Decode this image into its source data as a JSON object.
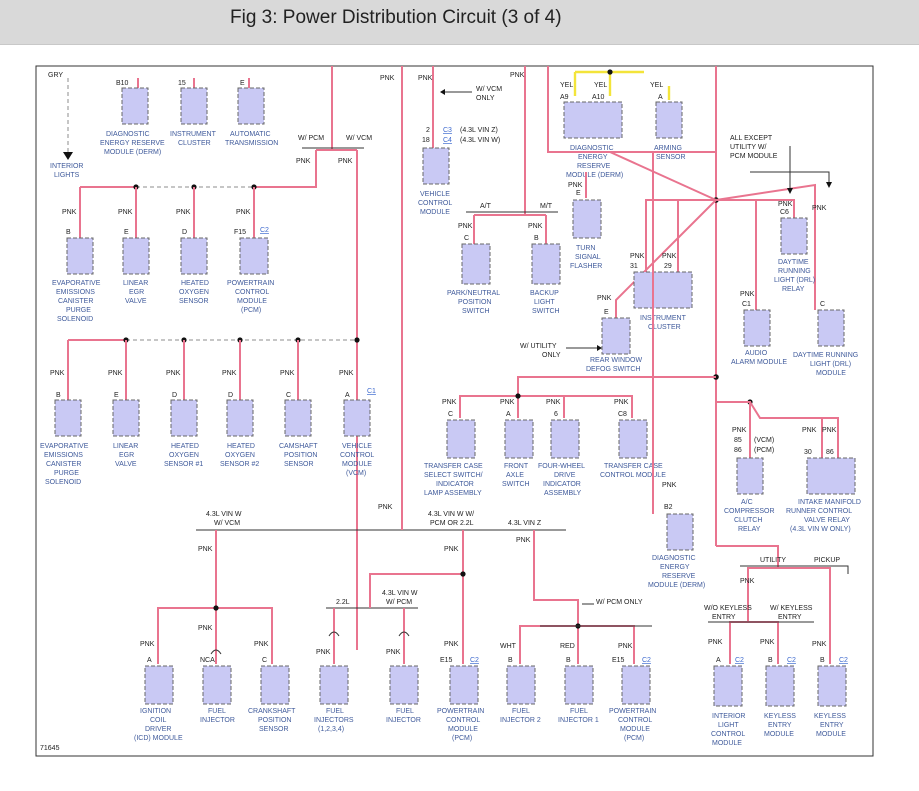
{
  "title": "Fig 3: Power Distribution Circuit (3 of 4)",
  "figure_number": "71645",
  "colors": {
    "pink": "#e9748f",
    "yellow": "#f3e43a",
    "component_fill": "#c9c9f4",
    "label_blue": "#3f5a9b"
  },
  "wires": {
    "pnk": "PNK",
    "gry": "GRY",
    "yel": "YEL",
    "wht": "WHT",
    "red": "RED"
  },
  "branch_labels": {
    "w_pcm": "W/ PCM",
    "w_vcm": "W/ VCM",
    "w_vcm_only": [
      "W/ VCM",
      "ONLY"
    ],
    "at": "A/T",
    "mt": "M/T",
    "w_utility_only": [
      "W/ UTILITY",
      "ONLY"
    ],
    "all_except": [
      "ALL EXCEPT",
      "UTILITY W/",
      "PCM MODULE"
    ],
    "v43w_vcm": [
      "4.3L VIN W",
      "W/ VCM"
    ],
    "v43w_w_pcm": [
      "4.3L VIN W W/",
      "PCM OR 2.2L"
    ],
    "v43z": "4.3L VIN Z",
    "l22": "2.2L",
    "v43w_pcm2": [
      "4.3L VIN W",
      "W/ PCM"
    ],
    "w_pcm_only": "W/ PCM ONLY",
    "utility": "UTILITY",
    "pickup": "PICKUP",
    "wo_keyless": [
      "W/O KEYLESS",
      "ENTRY"
    ],
    "w_keyless": [
      "W/ KEYLESS",
      "ENTRY"
    ],
    "vin_z": "(4.3L VIN Z)",
    "vin_w": "(4.3L VIN W)",
    "vcm_paren": "(VCM)",
    "pcm_paren": "(PCM)",
    "interior_lights": [
      "INTERIOR",
      "LIGHTS"
    ]
  },
  "components": {
    "derm_top": {
      "pin": "B10",
      "label": [
        "DIAGNOSTIC",
        "ENERGY RESERVE",
        "MODULE (DERM)"
      ]
    },
    "inst_top": {
      "pin": "15",
      "label": [
        "INSTRUMENT",
        "CLUSTER"
      ]
    },
    "auto_trans": {
      "pin": "E",
      "label": [
        "AUTOMATIC",
        "TRANSMISSION"
      ]
    },
    "vcm_top": {
      "pins": [
        "2",
        "18"
      ],
      "conns": [
        "C3",
        "C4"
      ],
      "label": [
        "VEHICLE",
        "CONTROL",
        "MODULE"
      ]
    },
    "derm_yel": {
      "pins": [
        "A9",
        "A10"
      ],
      "label": [
        "DIAGNOSTIC",
        "ENERGY",
        "RESERVE",
        "MODULE (DERM)"
      ]
    },
    "arming": {
      "pin": "A",
      "label": [
        "ARMING",
        "SENSOR"
      ]
    },
    "evap1": {
      "pin": "B",
      "label": [
        "EVAPORATIVE",
        "EMISSIONS",
        "CANISTER",
        "PURGE",
        "SOLENOID"
      ]
    },
    "egr1": {
      "pin": "E",
      "label": [
        "LINEAR",
        "EGR",
        "VALVE"
      ]
    },
    "ho2s1": {
      "pin": "D",
      "label": [
        "HEATED",
        "OXYGEN",
        "SENSOR"
      ]
    },
    "pcm1": {
      "pin": "F15",
      "conn": "C2",
      "label": [
        "POWERTRAIN",
        "CONTROL",
        "MODULE",
        "(PCM)"
      ]
    },
    "turn_flasher": {
      "pin": "E",
      "label": [
        "TURN",
        "SIGNAL",
        "FLASHER"
      ]
    },
    "park_neutral": {
      "pin": "C",
      "label": [
        "PARK/NEUTRAL",
        "POSITION",
        "SWITCH"
      ]
    },
    "backup": {
      "pin": "B",
      "label": [
        "BACKUP",
        "LIGHT",
        "SWITCH"
      ]
    },
    "inst_mid": {
      "pins": [
        "31",
        "29"
      ],
      "label": [
        "INSTRUMENT",
        "CLUSTER"
      ]
    },
    "drl_relay": {
      "pin": "C6",
      "label": [
        "DAYTIME",
        "RUNNING",
        "LIGHT (DRL)",
        "RELAY"
      ]
    },
    "audio_alarm": {
      "pin": "C1",
      "label": [
        "AUDIO",
        "ALARM MODULE"
      ]
    },
    "drl_module": {
      "pin": "C",
      "label": [
        "DAYTIME RUNNING",
        "LIGHT (DRL)",
        "MODULE"
      ]
    },
    "rear_defog": {
      "pin": "E",
      "label": [
        "REAR WINDOW",
        "DEFOG SWITCH"
      ]
    },
    "evap2": {
      "pin": "B",
      "label": [
        "EVAPORATIVE",
        "EMISSIONS",
        "CANISTER",
        "PURGE",
        "SOLENOID"
      ]
    },
    "egr2": {
      "pin": "E",
      "label": [
        "LINEAR",
        "EGR",
        "VALVE"
      ]
    },
    "ho2s_a": {
      "pin": "D",
      "label": [
        "HEATED",
        "OXYGEN",
        "SENSOR #1"
      ]
    },
    "ho2s_b": {
      "pin": "D",
      "label": [
        "HEATED",
        "OXYGEN",
        "SENSOR #2"
      ]
    },
    "cam": {
      "pin": "C",
      "label": [
        "CAMSHAFT",
        "POSITION",
        "SENSOR"
      ]
    },
    "vcm_mid": {
      "pin": "A",
      "conn": "C1",
      "label": [
        "VEHICLE",
        "CONTROL",
        "MODULE",
        "(VCM)"
      ]
    },
    "tc_select": {
      "pin": "C",
      "label": [
        "TRANSFER CASE",
        "SELECT SWITCH/",
        "INDICATOR",
        "LAMP ASSEMBLY"
      ]
    },
    "front_axle": {
      "pin": "A",
      "label": [
        "FRONT",
        "AXLE",
        "SWITCH"
      ]
    },
    "fwd_ind": {
      "pin": "6",
      "label": [
        "FOUR-WHEEL",
        "DRIVE",
        "INDICATOR",
        "ASSEMBLY"
      ]
    },
    "tc_control": {
      "pin": "C8",
      "label": [
        "TRANSFER CASE",
        "CONTROL MODULE"
      ]
    },
    "ac_relay": {
      "pins": [
        "85",
        "86"
      ],
      "label": [
        "A/C",
        "COMPRESSOR",
        "CLUTCH",
        "RELAY"
      ]
    },
    "intake_relay": {
      "pins": [
        "30",
        "86"
      ],
      "label": [
        "INTAKE MANIFOLD",
        "RUNNER CONTROL",
        "VALVE RELAY",
        "(4.3L VIN W ONLY)"
      ]
    },
    "derm_low": {
      "pin": "B2",
      "label": [
        "DIAGNOSTIC",
        "ENERGY",
        "RESERVE",
        "MODULE (DERM)"
      ]
    },
    "icd": {
      "pin": "A",
      "label": [
        "IGNITION",
        "COIL",
        "DRIVER",
        "(ICD) MODULE"
      ]
    },
    "fuel_inj_nca": {
      "pin": "NCA",
      "label": [
        "FUEL",
        "INJECTOR"
      ]
    },
    "crank": {
      "pin": "C",
      "label": [
        "CRANKSHAFT",
        "POSITION",
        "SENSOR"
      ]
    },
    "fuel_inj_1234": {
      "label": [
        "FUEL",
        "INJECTORS",
        "(1,2,3,4)"
      ]
    },
    "fuel_inj_w": {
      "label": [
        "FUEL",
        "INJECTOR"
      ]
    },
    "pcm_low1": {
      "pin": "E15",
      "conn": "C2",
      "label": [
        "POWERTRAIN",
        "CONTROL",
        "MODULE",
        "(PCM)"
      ]
    },
    "fuel_inj2": {
      "pin": "B",
      "label": [
        "FUEL",
        "INJECTOR 2"
      ]
    },
    "fuel_inj1": {
      "pin": "B",
      "label": [
        "FUEL",
        "INJECTOR 1"
      ]
    },
    "pcm_low2": {
      "pin": "E15",
      "conn": "C2",
      "label": [
        "POWERTRAIN",
        "CONTROL",
        "MODULE",
        "(PCM)"
      ]
    },
    "int_light": {
      "pin": "A",
      "conn": "C2",
      "label": [
        "INTERIOR",
        "LIGHT",
        "CONTROL",
        "MODULE"
      ]
    },
    "keyless1": {
      "pin": "B",
      "conn": "C2",
      "label": [
        "KEYLESS",
        "ENTRY",
        "MODULE"
      ]
    },
    "keyless2": {
      "pin": "B",
      "conn": "C2",
      "label": [
        "KEYLESS",
        "ENTRY",
        "MODULE"
      ]
    }
  }
}
